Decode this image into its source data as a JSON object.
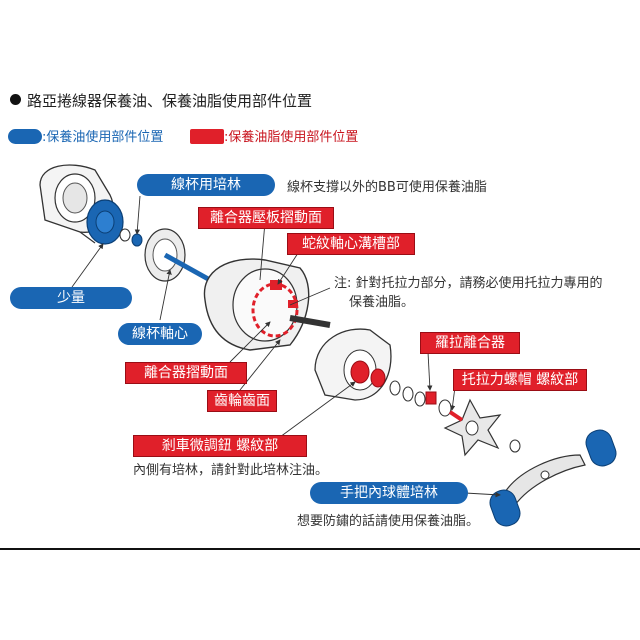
{
  "title": "路亞捲線器保養油、保養油脂使用部件位置",
  "legend": {
    "oil_label": ":保養油使用部件位置",
    "grease_label": ":保養油脂使用部件位置",
    "oil_color": "#1a66b3",
    "grease_color": "#e0202a"
  },
  "labels": {
    "spool_bearing": "線杯用培林",
    "spool_bearing_note": "線杯支撐以外的BB可使用保養油脂",
    "clutch_plate": "離合器壓板摺動面",
    "worm_shaft": "蛇紋軸心溝槽部",
    "drag_note_line1": "注: 針對托拉力部分，請務必使用托拉力專用的",
    "drag_note_line2": "保養油脂。",
    "small_amount": "少量",
    "spool_shaft": "線杯軸心",
    "ratchet_clutch": "羅拉離合器",
    "clutch_sliding": "離合器摺動面",
    "star_drag": "托拉力螺帽 螺紋部",
    "gear_surface": "齒輪齒面",
    "brake_knob": "剎車微調鈕 螺紋部",
    "brake_note": "內側有培林，請針對此培林注油。",
    "handle_bearing": "手把內球體培林",
    "handle_note": "想要防鏽的話請使用保養油脂。"
  }
}
